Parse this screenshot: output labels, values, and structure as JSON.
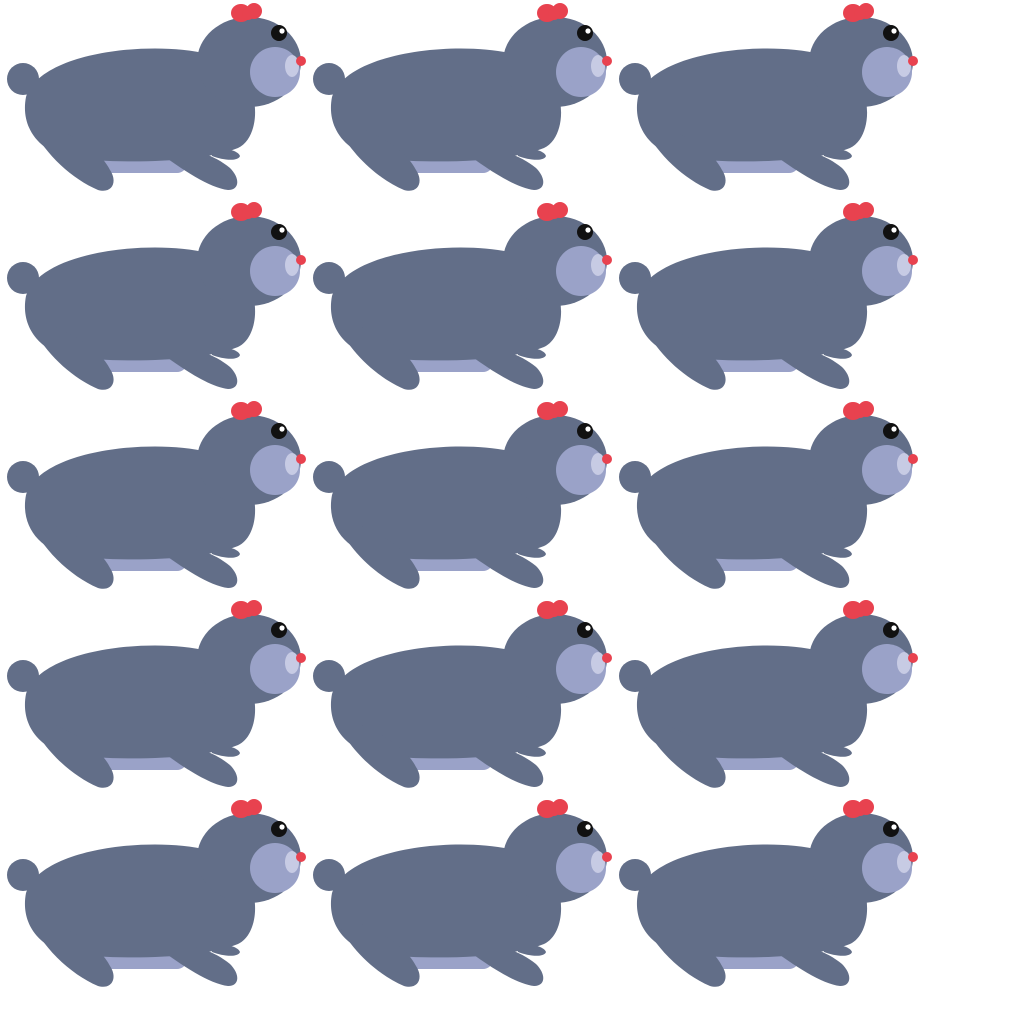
{
  "scene": {
    "subject": "cartoon-seal",
    "rows": 5,
    "columns": 3,
    "count": 15
  },
  "palette": {
    "background": "#ffffff",
    "body": "#626e88",
    "belly": "#9aa2c8",
    "muzzle": "#9aa2c8",
    "muzzle_highlight": "#c7cbe4",
    "bow": "#e8424f",
    "nose": "#e8424f",
    "eye": "#111111",
    "eye_shine": "#ffffff"
  }
}
